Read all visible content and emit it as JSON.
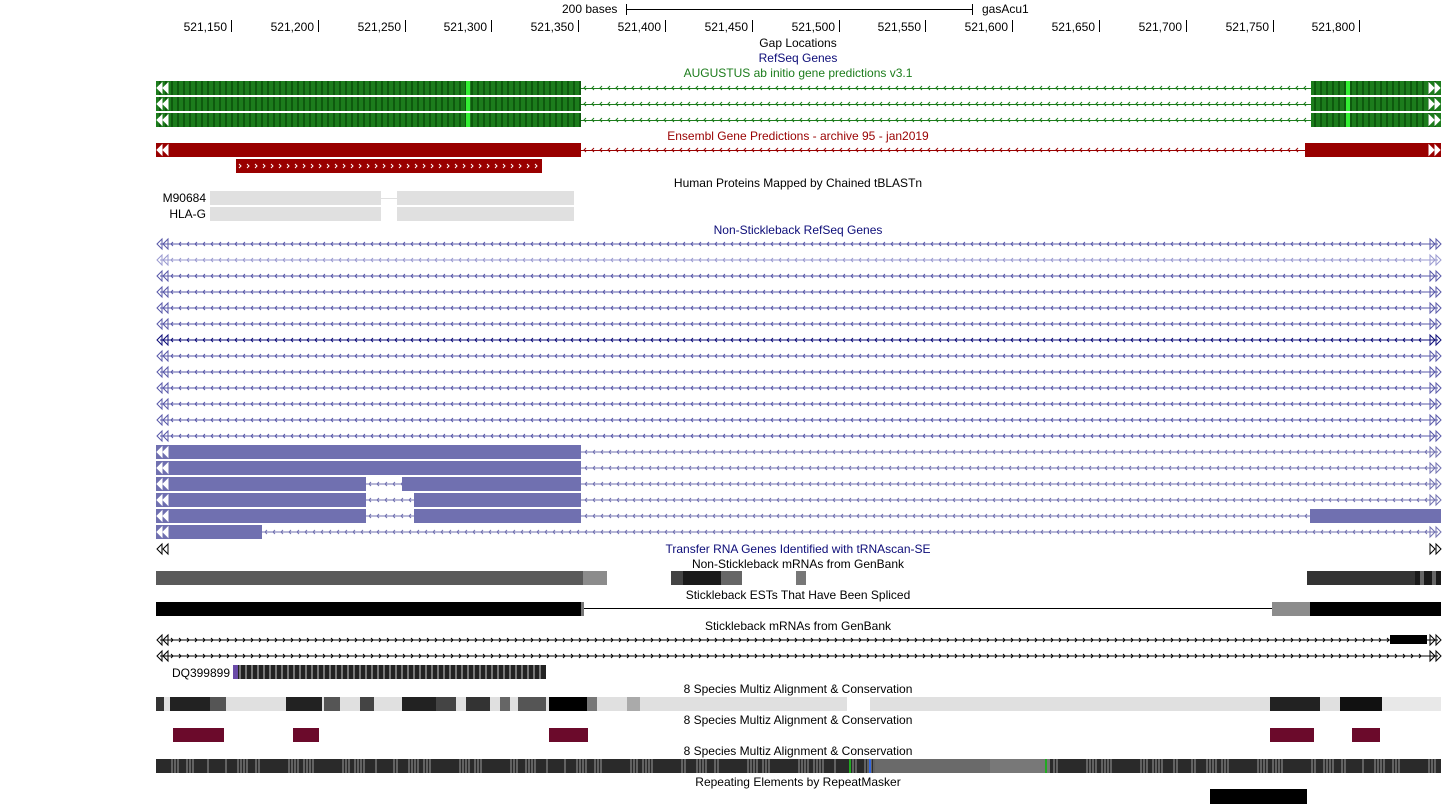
{
  "ruler": {
    "scale_label": "200 bases",
    "assembly": "gasAcu1",
    "positions": [
      "521,150",
      "521,200",
      "521,250",
      "521,300",
      "521,350",
      "521,400",
      "521,450",
      "521,500",
      "521,550",
      "521,600",
      "521,650",
      "521,700",
      "521,750",
      "521,800"
    ]
  },
  "tracks": {
    "gap": "Gap Locations",
    "refseq": "RefSeq Genes",
    "augustus": "AUGUSTUS ab initio gene predictions v3.1",
    "ensembl": "Ensembl Gene Predictions - archive 95 - jan2019",
    "human_proteins": "Human Proteins Mapped by Chained tBLASTn",
    "non_stickleback_refseq": "Non-Stickleback RefSeq Genes",
    "trna": "Transfer RNA Genes Identified with tRNAscan-SE",
    "non_stickleback_mrnas": "Non-Stickleback mRNAs from GenBank",
    "stickleback_ests": "Stickleback ESTs That Have Been Spliced",
    "stickleback_mrnas": "Stickleback mRNAs from GenBank",
    "multiz_1": "8 Species Multiz Alignment & Conservation",
    "multiz_2": "8 Species Multiz Alignment & Conservation",
    "multiz_3": "8 Species Multiz Alignment & Conservation",
    "repeatmasker": "Repeating Elements by RepeatMasker"
  },
  "items": {
    "protein_1": "M90684",
    "protein_2": "HLA-G",
    "mrna_1": "DQ399899"
  },
  "colors": {
    "augustus": "#1c7c1c",
    "augustus_highlight": "#33ee33",
    "ensembl": "#990000",
    "refseq_label": "#0c0c78",
    "non_stickleback": "#7070b0",
    "conservation": "#6b0a2b"
  }
}
